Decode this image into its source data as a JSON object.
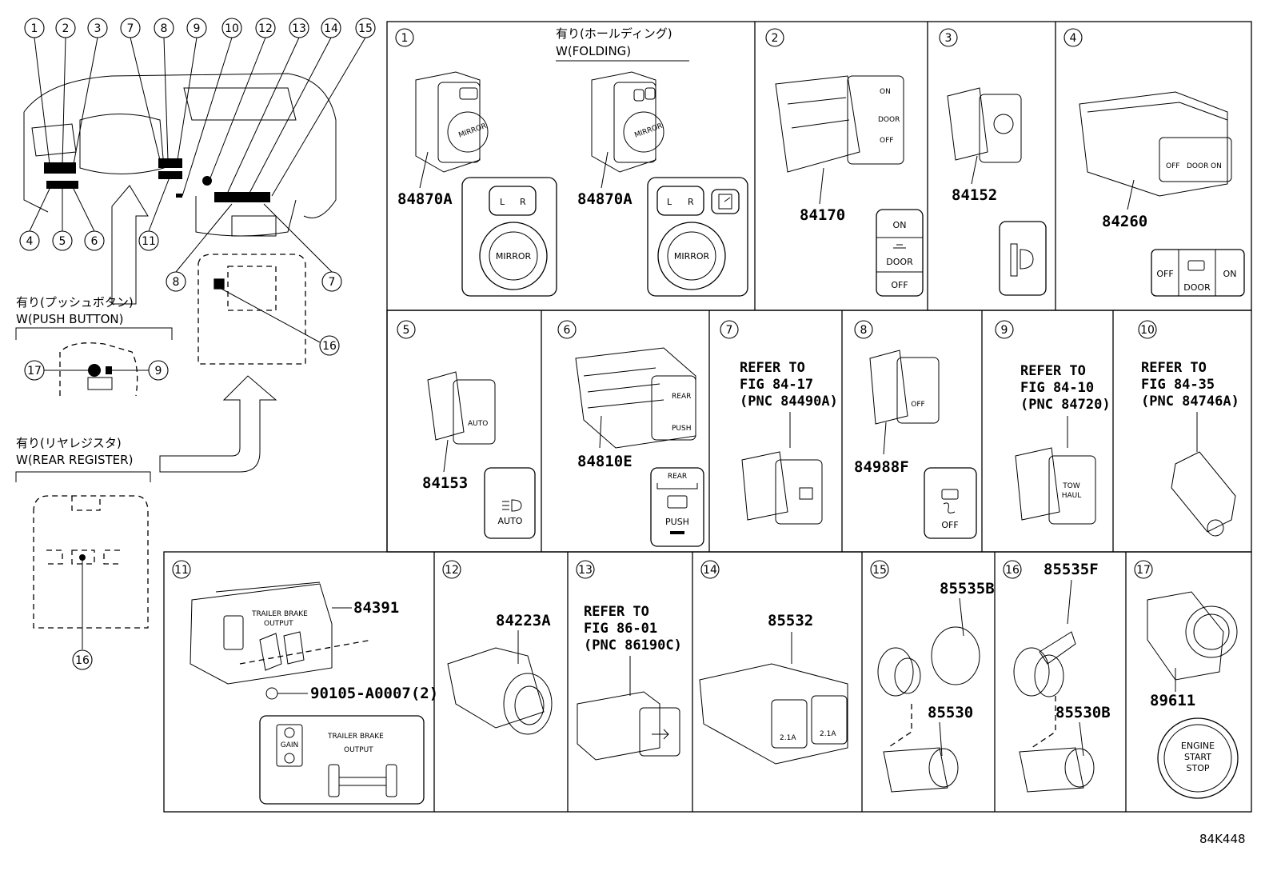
{
  "diagram_id": "84K448",
  "overview": {
    "callouts_top": [
      "1",
      "2",
      "3",
      "7",
      "8",
      "9",
      "10",
      "12",
      "13",
      "14",
      "15"
    ],
    "callouts_bottom_left": [
      "4",
      "5",
      "6",
      "11"
    ],
    "callouts_mid": [
      "8",
      "7",
      "16"
    ],
    "push_button": {
      "caption_jp": "有り(プッシュボタン)",
      "caption_en": "W(PUSH BUTTON)",
      "left_callout": "17",
      "right_callout": "9"
    },
    "rear_register": {
      "caption_jp": "有り(リヤレジスタ)",
      "caption_en": "W(REAR REGISTER)",
      "callout": "16"
    }
  },
  "panels": [
    {
      "idx": "1",
      "caption_jp": "有り(ホールディング)",
      "caption_en": "W(FOLDING)",
      "part_a": "84870A",
      "part_b": "84870A",
      "icon_a": {
        "l": "L",
        "r": "R",
        "label": "MIRROR"
      },
      "icon_b": {
        "l": "L",
        "r": "R",
        "label": "MIRROR"
      },
      "sw_a": "MIRROR",
      "sw_b": "MIRROR"
    },
    {
      "idx": "2",
      "part": "84170",
      "icon": {
        "top": "ON",
        "mid": "DOOR",
        "bot": "OFF"
      },
      "sw": {
        "top": "ON",
        "mid": "DOOR",
        "bot": "OFF"
      }
    },
    {
      "idx": "3",
      "part": "84152"
    },
    {
      "idx": "4",
      "part": "84260",
      "icon": {
        "left": "OFF",
        "mid": "DOOR",
        "right": "ON"
      },
      "sw": {
        "left": "OFF",
        "mid": "DOOR",
        "right": "ON"
      }
    },
    {
      "idx": "5",
      "part": "84153",
      "icon": "AUTO",
      "sw": "AUTO"
    },
    {
      "idx": "6",
      "part": "84810E",
      "icon": {
        "top": "REAR",
        "bot": "PUSH"
      },
      "sw": {
        "top": "REAR",
        "bot": "PUSH"
      }
    },
    {
      "idx": "7",
      "ref": [
        "REFER TO",
        "FIG 84-17",
        "(PNC 84490A)"
      ]
    },
    {
      "idx": "8",
      "part": "84988F",
      "icon": "OFF",
      "sw": "OFF"
    },
    {
      "idx": "9",
      "ref": [
        "REFER TO",
        "FIG 84-10",
        "(PNC 84720)"
      ],
      "sw": [
        "TOW",
        "HAUL"
      ]
    },
    {
      "idx": "10",
      "ref": [
        "REFER TO",
        "FIG 84-35",
        "(PNC 84746A)"
      ]
    },
    {
      "idx": "11",
      "part": "84391",
      "screw": "90105-A0007(2)",
      "icon": {
        "l1": "TRAILER BRAKE",
        "l2": "OUTPUT",
        "gain": "GAIN"
      },
      "sw": {
        "l1": "TRAILER BRAKE",
        "l2": "OUTPUT"
      }
    },
    {
      "idx": "12",
      "part": "84223A"
    },
    {
      "idx": "13",
      "ref": [
        "REFER TO",
        "FIG 86-01",
        "(PNC 86190C)"
      ]
    },
    {
      "idx": "14",
      "part": "85532",
      "sw": [
        "2.1A",
        "2.1A"
      ]
    },
    {
      "idx": "15",
      "part_a": "85535B",
      "part_b": "85530"
    },
    {
      "idx": "16",
      "part_a": "85535F",
      "part_b": "85530B"
    },
    {
      "idx": "17",
      "part": "89611",
      "icon": [
        "ENGINE",
        "START",
        "STOP"
      ],
      "sw": [
        "ENGINE",
        "START",
        "STOP"
      ]
    }
  ]
}
